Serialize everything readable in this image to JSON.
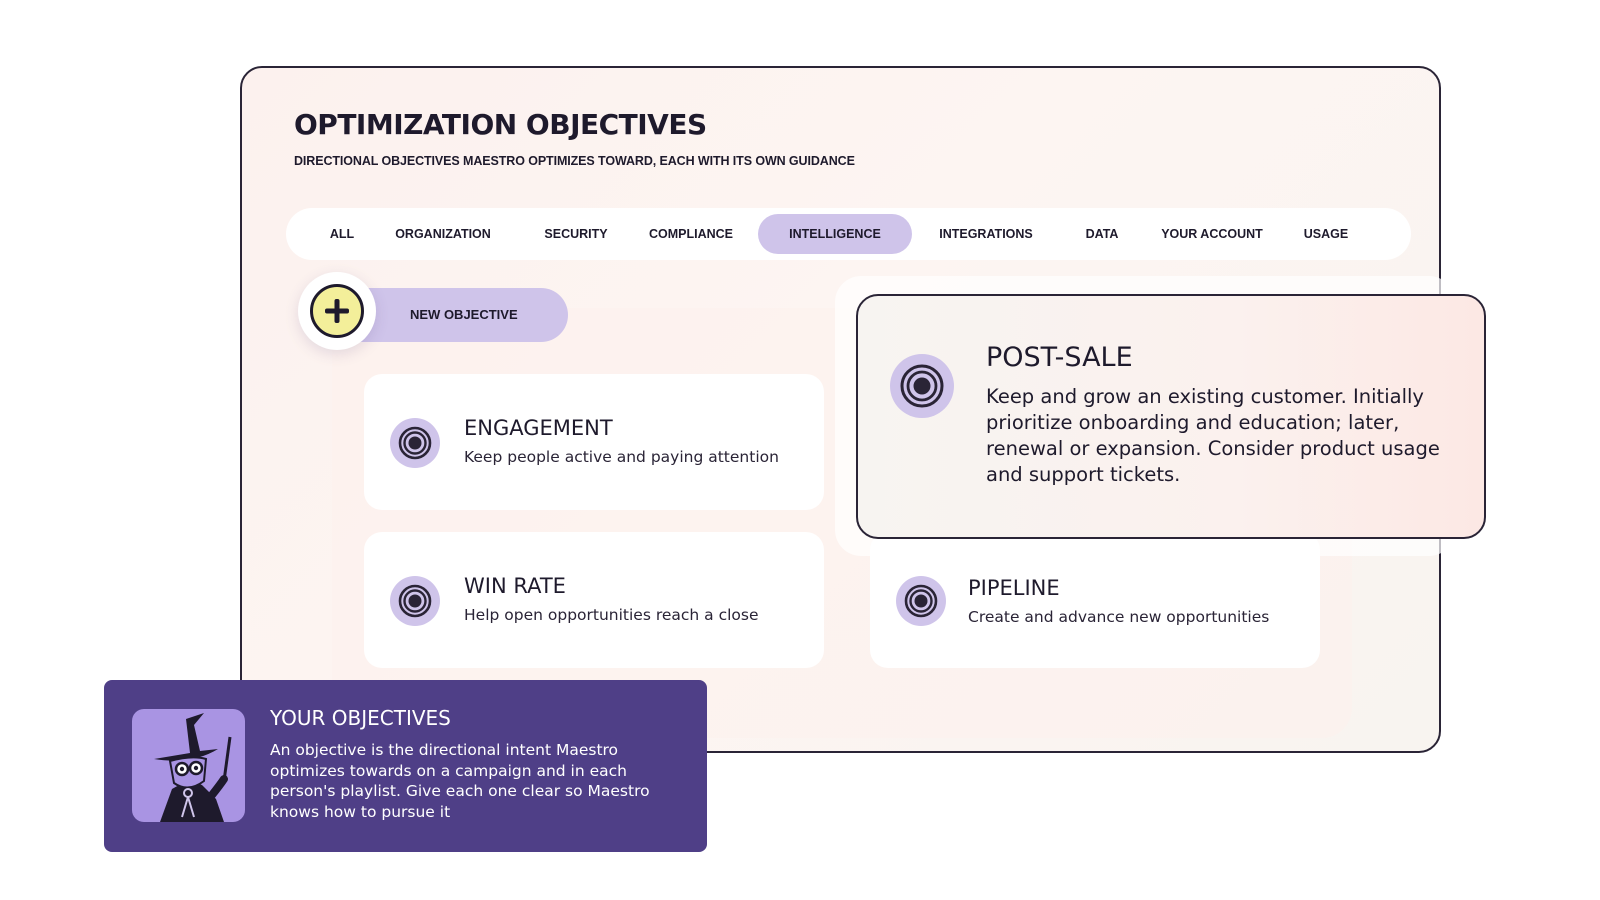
{
  "header": {
    "title": "OPTIMIZATION OBJECTIVES",
    "subtitle": "DIRECTIONAL OBJECTIVES MAESTRO OPTIMIZES TOWARD, EACH WITH ITS OWN GUIDANCE"
  },
  "tabs": [
    {
      "label": "ALL",
      "active": false
    },
    {
      "label": "ORGANIZATION",
      "active": false
    },
    {
      "label": "SECURITY",
      "active": false
    },
    {
      "label": "COMPLIANCE",
      "active": false
    },
    {
      "label": "INTELLIGENCE",
      "active": true
    },
    {
      "label": "INTEGRATIONS",
      "active": false
    },
    {
      "label": "DATA",
      "active": false
    },
    {
      "label": "YOUR ACCOUNT",
      "active": false
    },
    {
      "label": "USAGE",
      "active": false
    }
  ],
  "new_objective": {
    "label": "NEW OBJECTIVE",
    "icon": "plus-icon"
  },
  "objectives": [
    {
      "title": "ENGAGEMENT",
      "description": "Keep people active and paying attention",
      "icon": "target-icon"
    },
    {
      "title": "WIN RATE",
      "description": "Help open opportunities reach a close",
      "icon": "target-icon"
    },
    {
      "title": "PIPELINE",
      "description": "Create and advance new opportunities",
      "icon": "target-icon"
    }
  ],
  "featured_objective": {
    "title": "POST-SALE",
    "description": "Keep and grow an existing customer. Initially prioritize onboarding and education; later, renewal or expansion. Consider product usage and support tickets.",
    "icon": "target-icon"
  },
  "info": {
    "title": "YOUR OBJECTIVES",
    "text": "An objective is the directional intent Maestro optimizes towards on a campaign and in each person's playlist. Give each one clear so Maestro knows how to pursue it",
    "avatar_icon": "wizard-mascot-icon"
  },
  "colors": {
    "accent_lavender": "#cfc4ea",
    "info_purple": "#4f3f87",
    "plus_yellow": "#f3ef9a",
    "ink": "#1e1a2c"
  }
}
